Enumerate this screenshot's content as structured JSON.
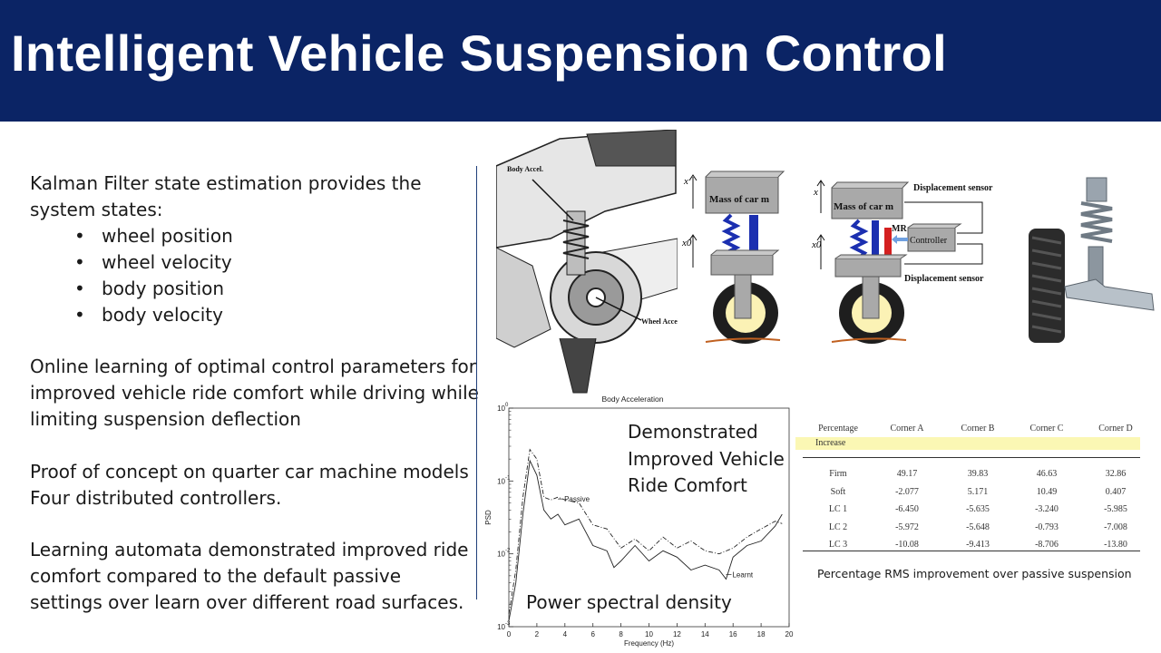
{
  "title": "Intelligent Vehicle Suspension Control",
  "left": {
    "para1": "Kalman Filter state estimation provides the system states:",
    "bullets": [
      "wheel position",
      "wheel velocity",
      "body position",
      "body velocity"
    ],
    "para2": "Online learning of optimal control parameters for improved vehicle ride comfort while driving while limiting suspension deflection",
    "para3": "Proof of concept on quarter car machine models Four distributed controllers.",
    "para4": "Learning automata demonstrated improved ride comfort compared to the default passive settings over learn over different road surfaces."
  },
  "figures": {
    "car_cutaway": {
      "label_body": "Body Accel.",
      "label_wheel": "Wheel Accel."
    },
    "quarter_car_passive": {
      "mass_label": "Mass of car m",
      "x_label": "x",
      "x0_label": "x0"
    },
    "quarter_car_controlled": {
      "mass_label": "Mass of car m",
      "x_label": "x",
      "x0_label": "x0",
      "mr_label": "MR",
      "controller_label": "Controller",
      "sensor_top": "Displacement sensor",
      "sensor_bottom": "Displacement sensor"
    }
  },
  "annotation": [
    "Demonstrated",
    "Improved Vehicle",
    "Ride Comfort"
  ],
  "psd_caption": "Power spectral density",
  "chart_data": {
    "type": "line",
    "title": "Body Acceleration",
    "xlabel": "Frequency (Hz)",
    "ylabel": "PSD",
    "xlim": [
      0,
      20
    ],
    "ylim": [
      0.001,
      1
    ],
    "yscale": "log",
    "x_ticks": [
      0,
      2,
      4,
      6,
      8,
      10,
      12,
      14,
      16,
      18,
      20
    ],
    "y_tick_labels": [
      "10^0",
      "10^-1",
      "10^-2",
      "10^-3"
    ],
    "series": [
      {
        "name": "Passive",
        "style": "dashed",
        "x": [
          0,
          0.5,
          1,
          1.5,
          2,
          2.5,
          3,
          3.5,
          4,
          5,
          6,
          7,
          8,
          9,
          10,
          11,
          12,
          13,
          14,
          15,
          16,
          17,
          18,
          19,
          19.5
        ],
        "y": [
          0.0015,
          0.006,
          0.06,
          0.27,
          0.2,
          0.06,
          0.055,
          0.06,
          0.055,
          0.05,
          0.025,
          0.022,
          0.012,
          0.016,
          0.011,
          0.017,
          0.012,
          0.015,
          0.011,
          0.01,
          0.012,
          0.017,
          0.022,
          0.028,
          0.026
        ]
      },
      {
        "name": "Learnt",
        "style": "solid",
        "x": [
          0,
          0.5,
          1,
          1.5,
          2,
          2.5,
          3,
          3.5,
          4,
          5,
          6,
          7,
          7.5,
          8,
          9,
          10,
          11,
          12,
          13,
          14,
          15,
          15.5,
          16,
          17,
          18,
          19,
          19.5
        ],
        "y": [
          0.0012,
          0.004,
          0.035,
          0.19,
          0.12,
          0.04,
          0.03,
          0.035,
          0.025,
          0.03,
          0.013,
          0.011,
          0.0065,
          0.008,
          0.013,
          0.008,
          0.011,
          0.009,
          0.006,
          0.007,
          0.006,
          0.0045,
          0.009,
          0.013,
          0.015,
          0.024,
          0.035
        ]
      }
    ]
  },
  "table": {
    "headers": [
      "Percentage",
      "Corner A",
      "Corner B",
      "Corner C",
      "Corner D"
    ],
    "subheader": "Increase",
    "highlight_color": "#fbf7b4",
    "rows": [
      [
        "Firm",
        "49.17",
        "39.83",
        "46.63",
        "32.86"
      ],
      [
        "Soft",
        "-2.077",
        "5.171",
        "10.49",
        "0.407"
      ],
      [
        "LC 1",
        "-6.450",
        "-5.635",
        "-3.240",
        "-5.985"
      ],
      [
        "LC 2",
        "-5.972",
        "-5.648",
        "-0.793",
        "-7.008"
      ],
      [
        "LC 3",
        "-10.08",
        "-9.413",
        "-8.706",
        "-13.80"
      ]
    ],
    "caption": "Percentage RMS improvement  over passive suspension"
  },
  "colors": {
    "title_bar": "#0b2465",
    "title_text": "#ffffff",
    "spring_blue": "#1b2fb0",
    "damper_red": "#d42020",
    "mass_grey": "#a9a9a9"
  }
}
